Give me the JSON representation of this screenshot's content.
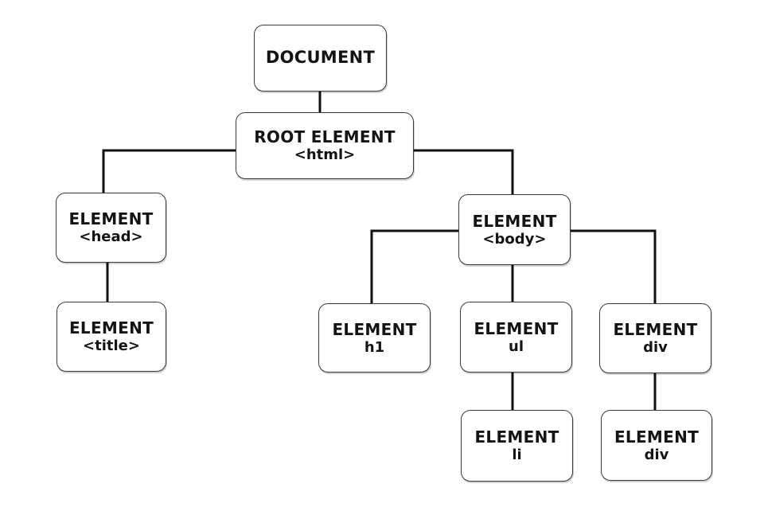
{
  "diagram": {
    "nodes": {
      "document": {
        "line1": "DOCUMENT"
      },
      "root": {
        "line1": "ROOT ELEMENT",
        "line2": "<html>"
      },
      "head": {
        "line1": "ELEMENT",
        "line2": "<head>"
      },
      "title": {
        "line1": "ELEMENT",
        "line2": "<title>"
      },
      "body": {
        "line1": "ELEMENT",
        "line2": "<body>"
      },
      "h1": {
        "line1": "ELEMENT",
        "line2": "h1"
      },
      "ul": {
        "line1": "ELEMENT",
        "line2": "ul"
      },
      "div": {
        "line1": "ELEMENT",
        "line2": "div"
      },
      "li": {
        "line1": "ELEMENT",
        "line2": "li"
      },
      "div_child": {
        "line1": "ELEMENT",
        "line2": "div"
      }
    },
    "colors": {
      "line": "#111111",
      "border": "#3a3a3a",
      "text": "#141414",
      "background": "#ffffff"
    }
  }
}
